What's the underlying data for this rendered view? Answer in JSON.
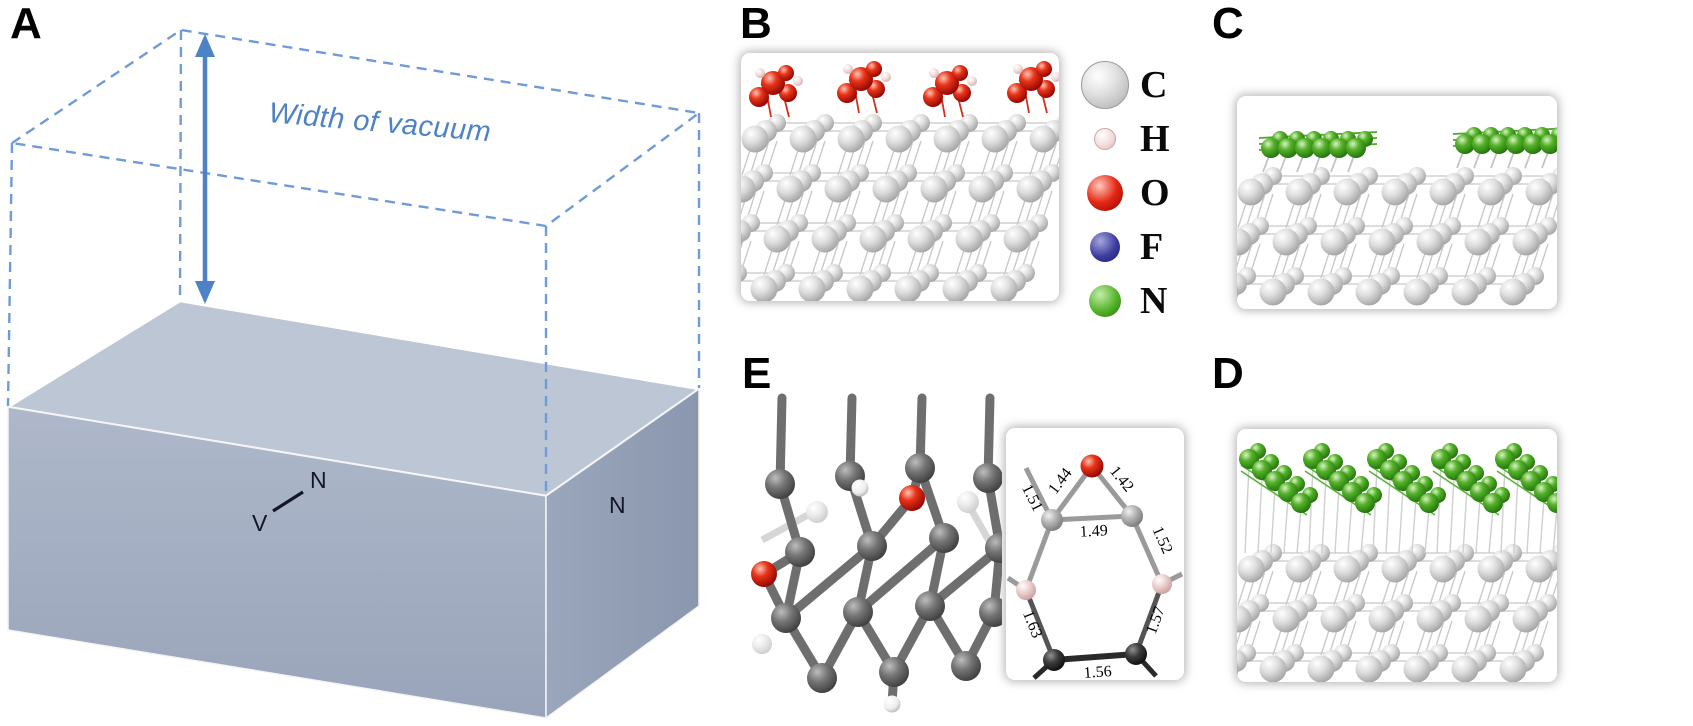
{
  "panels": {
    "a": {
      "label": "A",
      "vacuum_label": "Width of vacuum",
      "vacancy_label": "V",
      "nitrogen_label": "N",
      "nitrogen_label_right": "N",
      "colors": {
        "vacuum_outline": "#6f9bd8",
        "arrow": "#4d82c6",
        "slab_top": "#bcc6d5",
        "slab_front": "#a5afc3",
        "slab_side": "#93a0b6"
      }
    },
    "b": {
      "label": "B"
    },
    "c": {
      "label": "C"
    },
    "d": {
      "label": "D"
    },
    "e": {
      "label": "E",
      "bond_labels": {
        "cl_stub": "1.51",
        "o_cl": "1.44",
        "o_cr": "1.42",
        "cr_p": "1.52",
        "cc": "1.49",
        "pl_bl": "1.63",
        "pr_br": "1.57",
        "bb": "1.56"
      }
    }
  },
  "legend": {
    "items": [
      {
        "element": "C",
        "color": "#d8d8d8"
      },
      {
        "element": "H",
        "color": "#f2dcdc"
      },
      {
        "element": "O",
        "color": "#d42a16"
      },
      {
        "element": "F",
        "color": "#34349a"
      },
      {
        "element": "N",
        "color": "#46a525"
      }
    ]
  }
}
